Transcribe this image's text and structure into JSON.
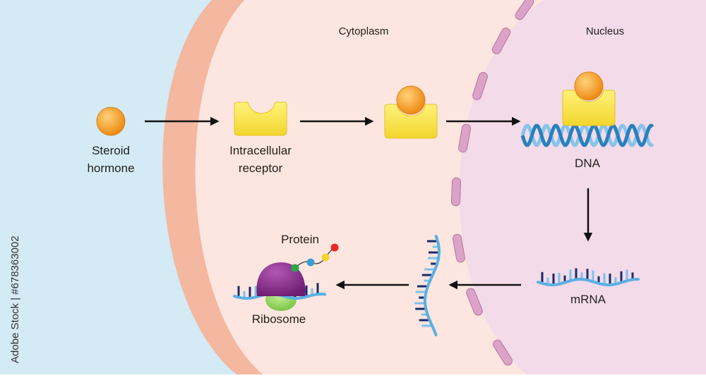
{
  "labels": {
    "cytoplasm": "Cytoplasm",
    "nucleus": "Nucleus",
    "steroid_line1": "Steroid",
    "steroid_line2": "hormone",
    "receptor_line1": "Intracellular",
    "receptor_line2": "receptor",
    "dna": "DNA",
    "mrna": "mRNA",
    "protein": "Protein",
    "ribosome": "Ribosome"
  },
  "watermark": "Adobe Stock | #678363002",
  "colors": {
    "extracellular": "#d4ebf5",
    "membrane": "#f4b7a0",
    "cytoplasm": "#fde6df",
    "nucleus": "#f3dbe9",
    "nuclear_envelope": "#dba3c7",
    "hormone": "#f39a2d",
    "receptor": "#f7e24a",
    "dna_strand": "#2a80bd",
    "dna_strand_light": "#86c3ea",
    "rna_backbone": "#5ab0e3",
    "rna_base_dark": "#1c2a6b",
    "rna_base_light": "#7ec0ea",
    "ribosome_large": "#8a2d8e",
    "ribosome_small": "#94d65e",
    "protein_beads": [
      "#2aa84a",
      "#3a9fd0",
      "#f2d632",
      "#e62828"
    ],
    "arrow": "#111111"
  }
}
